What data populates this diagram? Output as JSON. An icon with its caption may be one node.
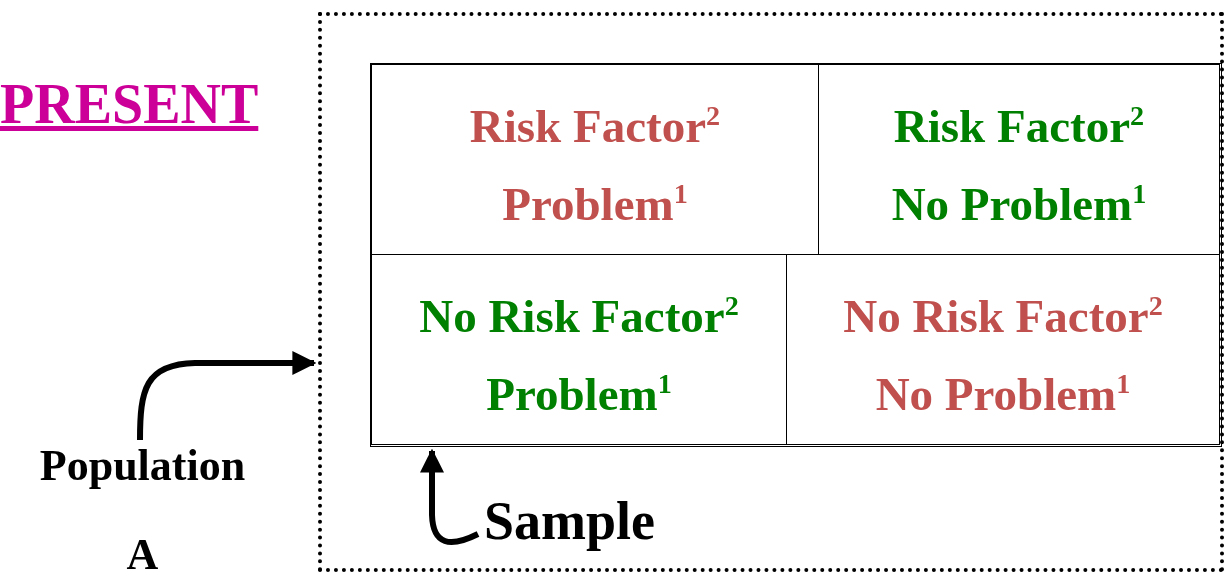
{
  "diagram": {
    "nodes": [
      {
        "text": [],
        "shape": "box"
      },
      {
        "text": [
          "Population",
          "A"
        ]
      },
      {
        "text": [],
        "shape": "box",
        "in": 0
      },
      {
        "text": [
          "Risk Factor$^{2}$",
          "Problem$^{1}$"
        ],
        "in": 2
      },
      {
        "text": [
          "Risk Factor$^{2}$",
          "No Problem$^{1}$"
        ],
        "in": 2
      },
      {
        "text": [
          "No Risk Factor$^{2}$",
          "Problem$^{1}$"
        ],
        "in": 2
      },
      {
        "text": [
          "No Risk Factor$^{2}$",
          "No Problem$^{1}$"
        ],
        "in": 2
      },
      {
        "text": [
          "Sample"
        ],
        "in": 0
      }
    ],
    "edges": [
      {
        "from": 1,
        "to": 0,
        "arrow": "to"
      },
      {
        "from": 7,
        "to": 2,
        "arrow": "to"
      }
    ],
    "labels": [
      "PRESENT"
    ]
  }
}
